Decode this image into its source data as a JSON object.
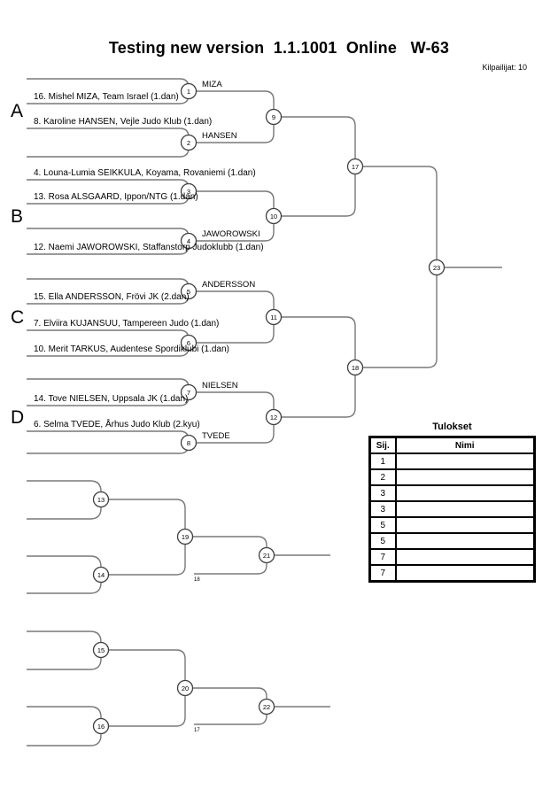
{
  "header": {
    "title": "Testing new version  1.1.1001  Online   W-63",
    "competitors": "Kilpailijat: 10"
  },
  "pools": {
    "a": "A",
    "b": "B",
    "c": "C",
    "d": "D"
  },
  "bracket": {
    "players": [
      {
        "text": "16. Mishel MIZA, Team Israel (1.dan)"
      },
      {
        "text": "8. Karoline HANSEN, Vejle Judo Klub (1.dan)"
      },
      {
        "text": "4. Louna-Lumia SEIKKULA, Koyama, Rovaniemi (1.dan)"
      },
      {
        "text": "13. Rosa ALSGAARD, Ippon/NTG (1.dan)"
      },
      {
        "text": "12. Naemi JAWOROWSKI, Staffanstorp Judoklubb (1.dan)"
      },
      {
        "text": "15. Ella ANDERSSON, Frövi JK (2.dan)"
      },
      {
        "text": "7. Elviira KUJANSUU, Tampereen Judo (1.dan)"
      },
      {
        "text": "10. Merit TARKUS, Audentese Spordiklubi (1.dan)"
      },
      {
        "text": "14. Tove NIELSEN, Uppsala JK (1.dan)"
      },
      {
        "text": "6. Selma TVEDE, Århus Judo Klub (2.kyu)"
      }
    ],
    "winners": {
      "miza": "MIZA",
      "hansen": "HANSEN",
      "jaworowski": "JAWOROWSKI",
      "andersson": "ANDERSSON",
      "nielsen": "NIELSEN",
      "tvede": "TVEDE"
    },
    "matches": {
      "m1": "1",
      "m2": "2",
      "m3": "3",
      "m4": "4",
      "m5": "5",
      "m6": "6",
      "m7": "7",
      "m8": "8",
      "m9": "9",
      "m10": "10",
      "m11": "11",
      "m12": "12",
      "m13": "13",
      "m14": "14",
      "m15": "15",
      "m16": "16",
      "m17": "17",
      "m18": "18",
      "m19": "19",
      "m20": "20",
      "m21": "21",
      "m22": "22",
      "m23": "23"
    },
    "repechage_refs": {
      "from18": "18",
      "from17": "17"
    }
  },
  "results": {
    "title": "Tulokset",
    "col_place": "Sij.",
    "col_name": "Nimi",
    "rows": [
      {
        "place": "1",
        "name": ""
      },
      {
        "place": "2",
        "name": ""
      },
      {
        "place": "3",
        "name": ""
      },
      {
        "place": "3",
        "name": ""
      },
      {
        "place": "5",
        "name": ""
      },
      {
        "place": "5",
        "name": ""
      },
      {
        "place": "7",
        "name": ""
      },
      {
        "place": "7",
        "name": ""
      }
    ]
  },
  "colors": {
    "line": "#787878",
    "circle_stroke": "#404040",
    "table_border": "#000000",
    "ref_gray": "#8a8a8a"
  }
}
